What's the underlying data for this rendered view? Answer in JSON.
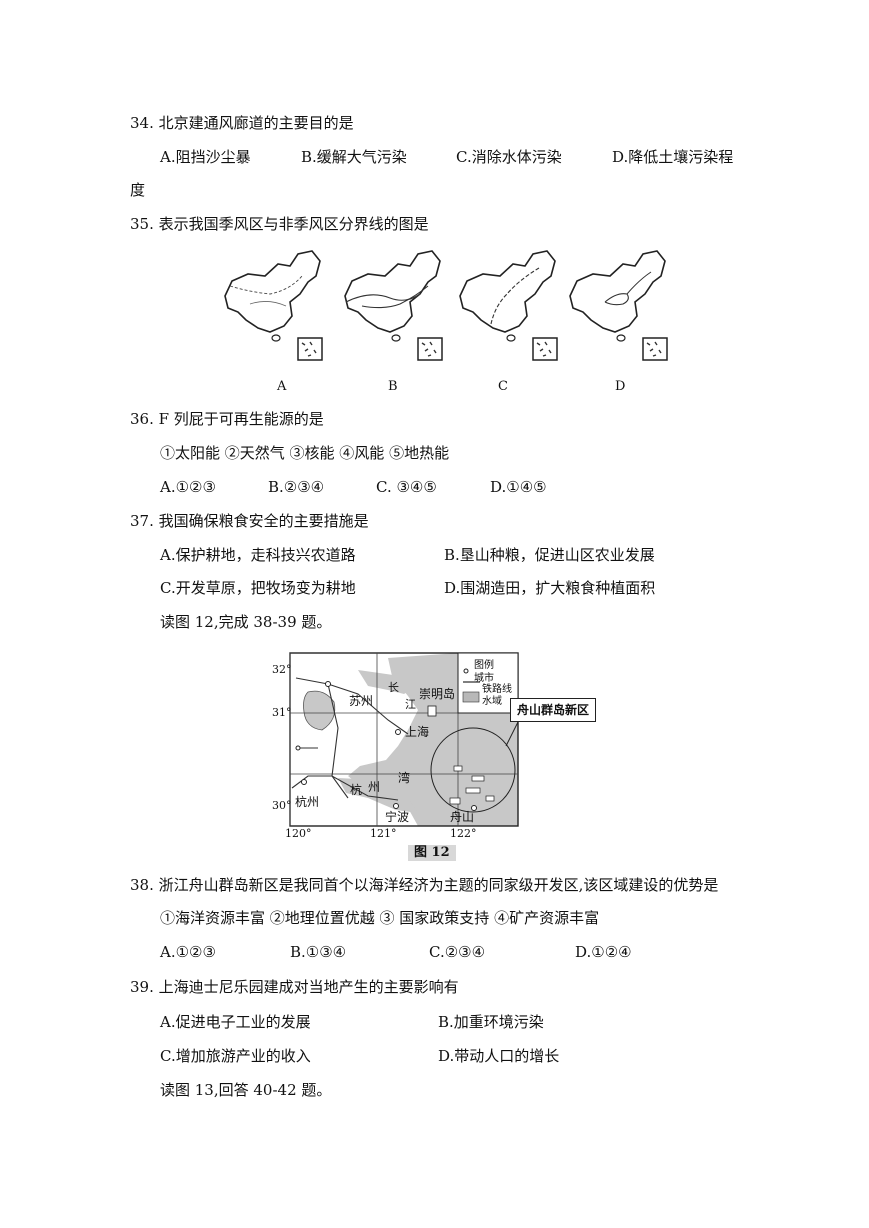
{
  "q34": {
    "stem": "34.  北京建通风廊道的主要目的是",
    "a": "A.阻挡沙尘暴",
    "b": "B.缓解大气污染",
    "c": "C.消除水体污染",
    "d": "D.降低土壤污染程",
    "wrap": "度"
  },
  "q35": {
    "stem": "35.  表示我国季风区与非季风区分界线的图是",
    "labels": [
      "A",
      "B",
      "C",
      "D"
    ]
  },
  "q36": {
    "stem": "36.  F 列屁于可再生能源的是",
    "items": "①太阳能   ②天然气   ③核能   ④风能   ⑤地热能",
    "a": "A.①②③",
    "b": "B.②③④",
    "c": "C.  ③④⑤",
    "d": "D.①④⑤"
  },
  "q37": {
    "stem": "37.  我国确保粮食安全的主要措施是",
    "a": "A.保护耕地，走科技兴农道路",
    "b": "B.垦山种粮，促进山区农业发展",
    "c": "C.开发草原，把牧场变为耕地",
    "d": "D.围湖造田，扩大粮食种植面积"
  },
  "read12": "读图 12,完成 38-39 题。",
  "map12": {
    "caption": "图 12",
    "lat": [
      "32°",
      "31°",
      "30°"
    ],
    "lon": [
      "120°",
      "121°",
      "122°"
    ],
    "cities": [
      "苏州",
      "上海",
      "杭州",
      "宁波",
      "舟山"
    ],
    "places": [
      "崇明岛",
      "长",
      "江",
      "杭",
      "州",
      "湾"
    ],
    "legend_title": "图例",
    "legend": [
      "城市",
      "铁路线",
      "水域"
    ],
    "callout": "舟山群岛新区"
  },
  "q38": {
    "stem": "38.  浙江舟山群岛新区是我同首个以海洋经济为主题的同家级开发区,该区域建设的优势是",
    "items": "①海洋资源丰富        ②地理位置优越       ③  国家政策支持       ④矿产资源丰富",
    "a": "A.①②③",
    "b": "B.①③④",
    "c": "C.②③④",
    "d": "D.①②④"
  },
  "q39": {
    "stem": "39.  上海迪士尼乐园建成对当地产生的主要影响有",
    "a": "A.促进电子工业的发展",
    "b": "B.加重环境污染",
    "c": "C.增加旅游产业的收入",
    "d": "D.带动人口的增长"
  },
  "read13": "读图 13,回答 40-42 题。"
}
